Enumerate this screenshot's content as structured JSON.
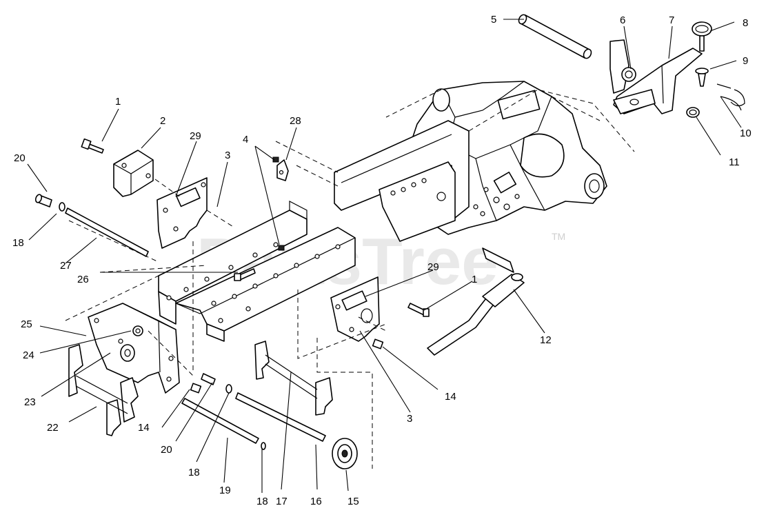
{
  "watermark": {
    "text": "PartsTree",
    "trademark": "TM"
  },
  "callouts": [
    {
      "id": "c1a",
      "text": "1"
    },
    {
      "id": "c2",
      "text": "2"
    },
    {
      "id": "c3a",
      "text": "3"
    },
    {
      "id": "c4",
      "text": "4"
    },
    {
      "id": "c5",
      "text": "5"
    },
    {
      "id": "c6",
      "text": "6"
    },
    {
      "id": "c7",
      "text": "7"
    },
    {
      "id": "c8",
      "text": "8"
    },
    {
      "id": "c9",
      "text": "9"
    },
    {
      "id": "c10",
      "text": "10"
    },
    {
      "id": "c11",
      "text": "11"
    },
    {
      "id": "c12",
      "text": "12"
    },
    {
      "id": "c14a",
      "text": "14"
    },
    {
      "id": "c14b",
      "text": "14"
    },
    {
      "id": "c15",
      "text": "15"
    },
    {
      "id": "c16",
      "text": "16"
    },
    {
      "id": "c17",
      "text": "17"
    },
    {
      "id": "c18a",
      "text": "18"
    },
    {
      "id": "c18b",
      "text": "18"
    },
    {
      "id": "c18c",
      "text": "18"
    },
    {
      "id": "c19",
      "text": "19"
    },
    {
      "id": "c20a",
      "text": "20"
    },
    {
      "id": "c20b",
      "text": "20"
    },
    {
      "id": "c22",
      "text": "22"
    },
    {
      "id": "c23",
      "text": "23"
    },
    {
      "id": "c24",
      "text": "24"
    },
    {
      "id": "c25",
      "text": "25"
    },
    {
      "id": "c26",
      "text": "26"
    },
    {
      "id": "c27",
      "text": "27"
    },
    {
      "id": "c28",
      "text": "28"
    },
    {
      "id": "c29a",
      "text": "29"
    },
    {
      "id": "c29b",
      "text": "29"
    },
    {
      "id": "c1b",
      "text": "1"
    },
    {
      "id": "c3b",
      "text": "3"
    }
  ]
}
